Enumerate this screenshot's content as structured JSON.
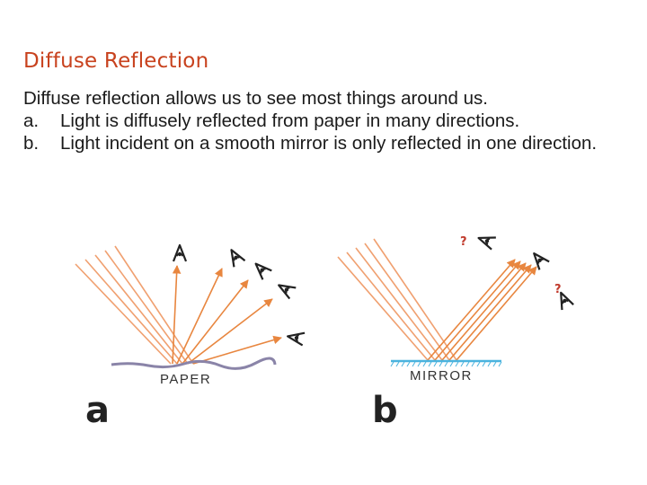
{
  "title": "Diffuse Reflection",
  "intro": "Diffuse reflection allows us to see most things around us.",
  "items": [
    {
      "marker": "a.",
      "text": "Light is diffusely reflected from paper in many directions."
    },
    {
      "marker": "b.",
      "text": "Light incident on a smooth mirror is only reflected in one direction."
    }
  ],
  "figures": {
    "a": {
      "label": "a",
      "surface": "PAPER"
    },
    "b": {
      "label": "b",
      "surface": "MIRROR",
      "question_marks": [
        "?",
        "?"
      ]
    }
  },
  "colors": {
    "title": "#c8421e",
    "ray": "#f0a070",
    "ray_dark": "#e8863f",
    "paper": "#8a84a8",
    "mirror": "#4ab3de",
    "eye": "#222222",
    "question": "#c0392b"
  }
}
